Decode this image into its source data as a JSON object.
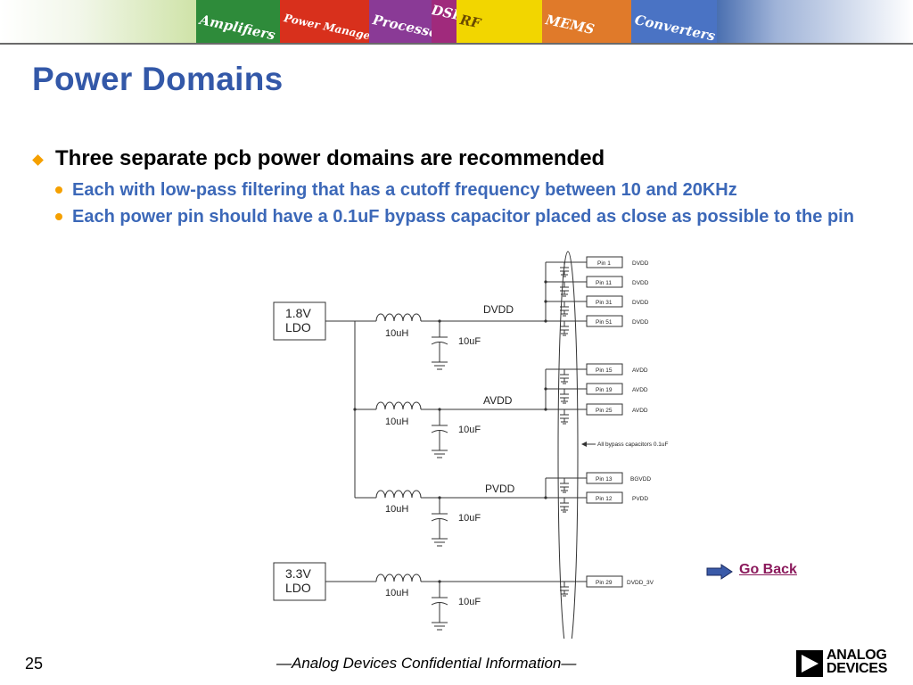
{
  "banner": {
    "tiles": [
      {
        "label": "Amplifiers",
        "bg": "#2e8b3a",
        "fg": "#ffffff"
      },
      {
        "label": "Power Management",
        "bg": "#d8301c",
        "fg": "#ffffff"
      },
      {
        "label": "Processors",
        "bg": "#8a3a96",
        "fg": "#ffffff"
      },
      {
        "label": "DSP",
        "bg": "#a02a7c",
        "fg": "#ffffff"
      },
      {
        "label": "RF",
        "bg": "#f2d600",
        "fg": "#6a4a00"
      },
      {
        "label": "MEMS",
        "bg": "#e07a2a",
        "fg": "#ffffff"
      },
      {
        "label": "Converters",
        "bg": "#4a73c4",
        "fg": "#ffffff"
      }
    ]
  },
  "slide": {
    "title": "Power Domains",
    "bullet": "Three separate pcb power domains are recommended",
    "subbullets": [
      "Each with low-pass filtering that has a cutoff frequency between 10 and 20KHz",
      "Each power pin should have a 0.1uF bypass capacitor placed as close as possible to the pin"
    ]
  },
  "schematic": {
    "ldo1": [
      "1.8V",
      "LDO"
    ],
    "ldo2": [
      "3.3V",
      "LDO"
    ],
    "inductor": "10uH",
    "capacitor": "10uF",
    "rails": [
      "DVDD",
      "AVDD",
      "PVDD"
    ],
    "bypass_note": "All bypass capacitors  0.1uF",
    "pins": [
      {
        "pin": "Pin 1",
        "net": "DVDD"
      },
      {
        "pin": "Pin 11",
        "net": "DVDD"
      },
      {
        "pin": "Pin 31",
        "net": "DVDD"
      },
      {
        "pin": "Pin 51",
        "net": "DVDD"
      },
      {
        "pin": "Pin 15",
        "net": "AVDD"
      },
      {
        "pin": "Pin 19",
        "net": "AVDD"
      },
      {
        "pin": "Pin 25",
        "net": "AVDD"
      },
      {
        "pin": "Pin 13",
        "net": "BGVDD"
      },
      {
        "pin": "Pin 12",
        "net": "PVDD"
      },
      {
        "pin": "Pin 29",
        "net": "DVDD_3V"
      }
    ]
  },
  "nav": {
    "go_back": "Go Back"
  },
  "footer": {
    "page": "25",
    "confidential": "—Analog Devices Confidential Information—",
    "logo_line1": "ANALOG",
    "logo_line2": "DEVICES"
  },
  "colors": {
    "title": "#3358a8",
    "subbullet_text": "#3c68b8",
    "bullet_marker": "#f5a000",
    "link": "#8b1a5c",
    "arrow": "#3a5aa8"
  }
}
